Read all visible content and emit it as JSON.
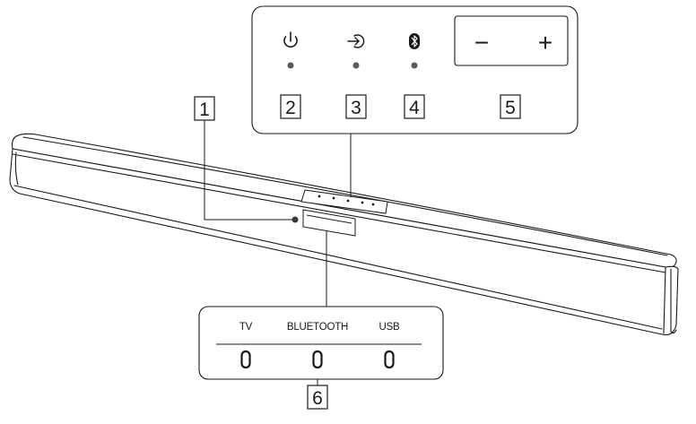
{
  "callouts": {
    "c1": "1",
    "c2": "2",
    "c3": "3",
    "c4": "4",
    "c5": "5",
    "c6": "6"
  },
  "top_panel": {
    "icons": [
      "power-icon",
      "input-icon",
      "bluetooth-icon"
    ],
    "volume_minus": "−",
    "volume_plus": "+"
  },
  "indicator_panel": {
    "tv": "TV",
    "bluetooth": "BLUETOOTH",
    "usb": "USB"
  },
  "colors": {
    "stroke": "#1a1a1a",
    "bar_fill": "#ffffff"
  }
}
